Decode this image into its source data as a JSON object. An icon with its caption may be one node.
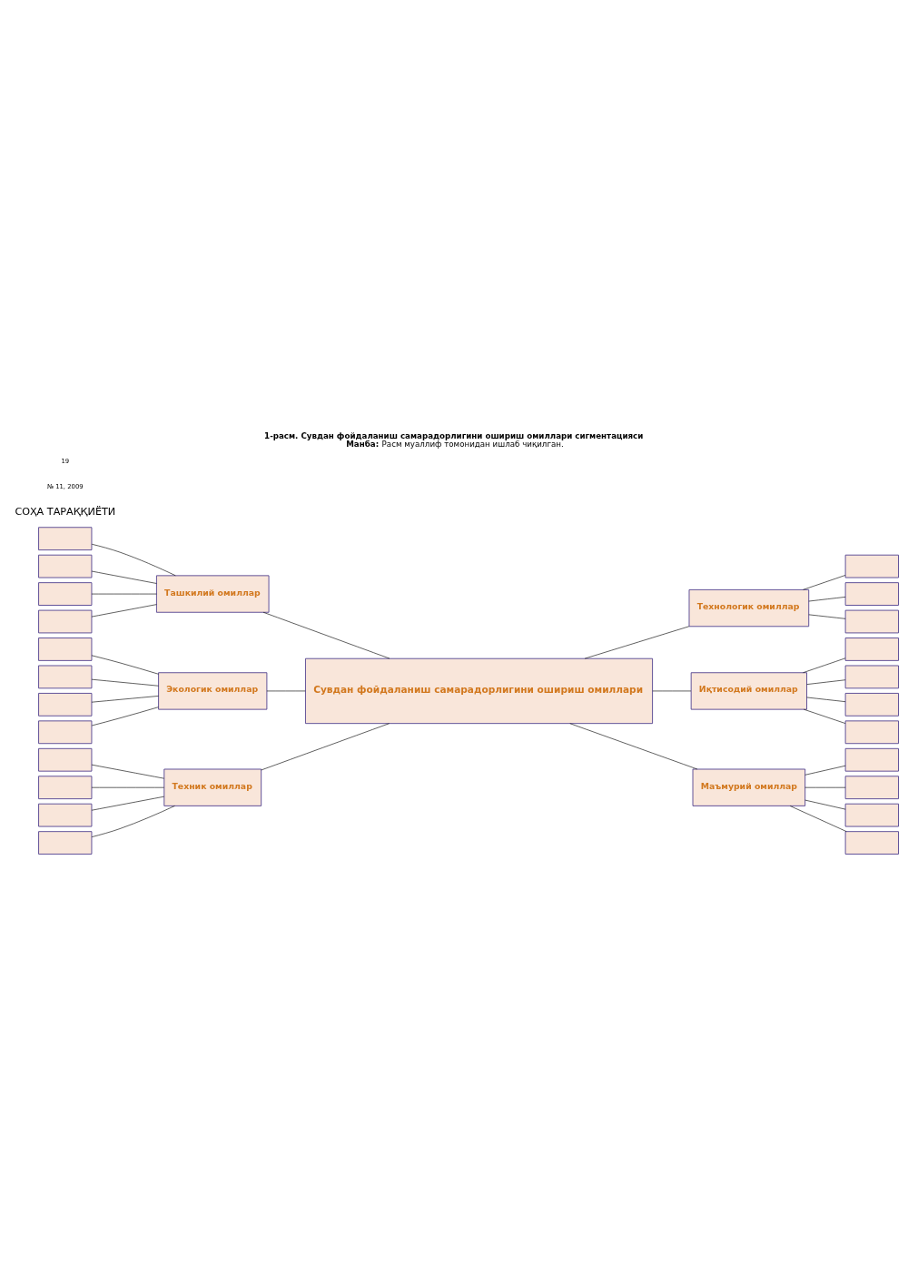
{
  "diagram": {
    "title": "1-расм. Сувдан фойдаланиш самарадорлигини ошириш омиллари сигментацияси",
    "caption": "**Манба:** Расм муаллиф томонидан ишлаб чиқилган.",
    "nodes": [
      {
        "text": [
          "Сувдан фойдаланиш самарадорлигини ошириш омиллари"
        ]
      },
      {
        "text": [
          "Ташкилий омиллар"
        ]
      },
      {
        "text": [
          "Экологик омиллар"
        ]
      },
      {
        "text": [
          "Техник омиллар"
        ]
      },
      {
        "text": [
          "Технологик омиллар"
        ]
      },
      {
        "text": [
          "Иқтисодий омиллар"
        ]
      },
      {
        "text": [
          "Маъмурий омиллар"
        ]
      },
      {
        "text": [],
        "shape": "box"
      },
      {
        "text": [],
        "shape": "box"
      },
      {
        "text": [],
        "shape": "box"
      },
      {
        "text": [],
        "shape": "box"
      },
      {
        "text": [],
        "shape": "box"
      },
      {
        "text": [],
        "shape": "box"
      },
      {
        "text": [],
        "shape": "box"
      },
      {
        "text": [],
        "shape": "box"
      },
      {
        "text": [],
        "shape": "box"
      },
      {
        "text": [],
        "shape": "box"
      },
      {
        "text": [],
        "shape": "box"
      },
      {
        "text": [],
        "shape": "box"
      },
      {
        "text": [],
        "shape": "box"
      },
      {
        "text": [],
        "shape": "box"
      },
      {
        "text": [],
        "shape": "box"
      },
      {
        "text": [],
        "shape": "box"
      },
      {
        "text": [],
        "shape": "box"
      },
      {
        "text": [],
        "shape": "box"
      },
      {
        "text": [],
        "shape": "box"
      },
      {
        "text": [],
        "shape": "box"
      },
      {
        "text": [],
        "shape": "box"
      },
      {
        "text": [],
        "shape": "box"
      },
      {
        "text": [],
        "shape": "box"
      }
    ],
    "edges": [
      {
        "from": 7,
        "to": 1,
        "arrow": "none"
      },
      {
        "from": 8,
        "to": 1,
        "arrow": "none"
      },
      {
        "from": 9,
        "to": 1,
        "arrow": "none"
      },
      {
        "from": 10,
        "to": 1,
        "arrow": "none"
      },
      {
        "from": 14,
        "to": 2,
        "arrow": "none"
      },
      {
        "from": 15,
        "to": 2,
        "arrow": "none"
      },
      {
        "from": 16,
        "to": 2,
        "arrow": "none"
      },
      {
        "from": 17,
        "to": 2,
        "arrow": "none"
      },
      {
        "from": 22,
        "to": 3,
        "arrow": "none"
      },
      {
        "from": 23,
        "to": 3,
        "arrow": "none"
      },
      {
        "from": 24,
        "to": 3,
        "arrow": "none"
      },
      {
        "from": 25,
        "to": 3,
        "arrow": "none"
      },
      {
        "from": 1,
        "to": 0,
        "arrow": "none"
      },
      {
        "from": 2,
        "to": 0,
        "arrow": "none"
      },
      {
        "from": 3,
        "to": 0,
        "arrow": "none"
      },
      {
        "from": 0,
        "to": 4,
        "arrow": "none"
      },
      {
        "from": 0,
        "to": 5,
        "arrow": "none"
      },
      {
        "from": 0,
        "to": 6,
        "arrow": "none"
      },
      {
        "from": 4,
        "to": 11,
        "arrow": "none"
      },
      {
        "from": 4,
        "to": 12,
        "arrow": "none"
      },
      {
        "from": 4,
        "to": 13,
        "arrow": "none"
      },
      {
        "from": 5,
        "to": 18,
        "arrow": "none"
      },
      {
        "from": 5,
        "to": 19,
        "arrow": "none"
      },
      {
        "from": 5,
        "to": 20,
        "arrow": "none"
      },
      {
        "from": 5,
        "to": 21,
        "arrow": "none"
      },
      {
        "from": 6,
        "to": 26,
        "arrow": "none"
      },
      {
        "from": 6,
        "to": 27,
        "arrow": "none"
      },
      {
        "from": 6,
        "to": 28,
        "arrow": "none"
      },
      {
        "from": 6,
        "to": 29,
        "arrow": "none"
      }
    ],
    "labels": [
      "СОҲА ТАРАҚҚИЁТИ",
      "№ 11, 2009",
      "19"
    ]
  }
}
